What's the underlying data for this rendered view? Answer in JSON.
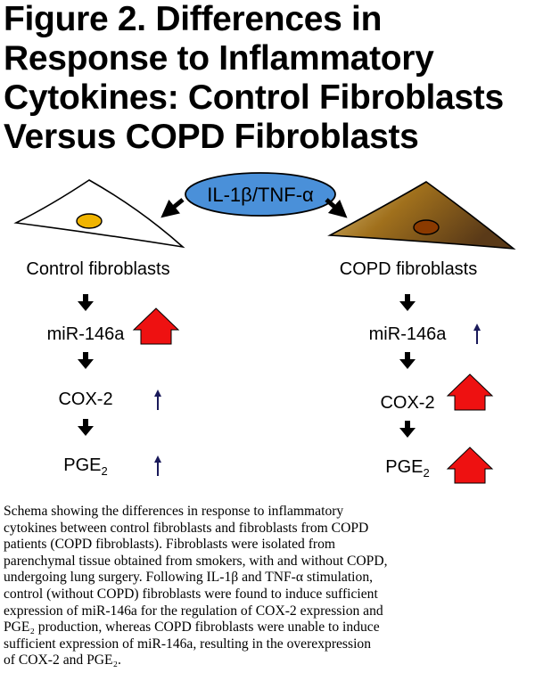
{
  "title_lines": [
    "Figure 2. Differences in",
    "Response to Inflammatory",
    "Cytokines: Control Fibroblasts",
    "Versus COPD Fibroblasts"
  ],
  "stimulus": "IL-1β/TNF-α",
  "control": {
    "cell_label": "Control fibroblasts",
    "mir": "miR-146a",
    "cox": "COX-2",
    "pge_base": "PGE",
    "pge_sub": "2"
  },
  "copd": {
    "cell_label": "COPD fibroblasts",
    "mir": "miR-146a",
    "cox": "COX-2",
    "pge_base": "PGE",
    "pge_sub": "2"
  },
  "colors": {
    "stimulus_fill": "#4a90d9",
    "control_nucleus": "#f0b400",
    "copd_nucleus": "#8b3a00",
    "copd_cell_dark": "#7a4a10",
    "copd_cell_light": "#d9c080",
    "up_large": "#ee1111",
    "up_small": "#1a1a5a"
  },
  "caption_lines": [
    "Schema showing the differences in response to inflammatory",
    "cytokines between control fibroblasts and fibroblasts from COPD",
    "patients (COPD fibroblasts).  Fibroblasts were isolated from",
    "parenchymal tissue obtained from smokers, with and without COPD,",
    "undergoing lung surgery.  Following IL-1β and TNF-α stimulation,",
    "control (without COPD) fibroblasts were found to induce sufficient",
    "expression of miR-146a for the regulation of COX-2 expression and",
    "PGE₂ production, whereas COPD fibroblasts were unable to induce",
    "sufficient expression of miR-146a, resulting in the overexpression",
    "of COX-2 and PGE₂."
  ]
}
